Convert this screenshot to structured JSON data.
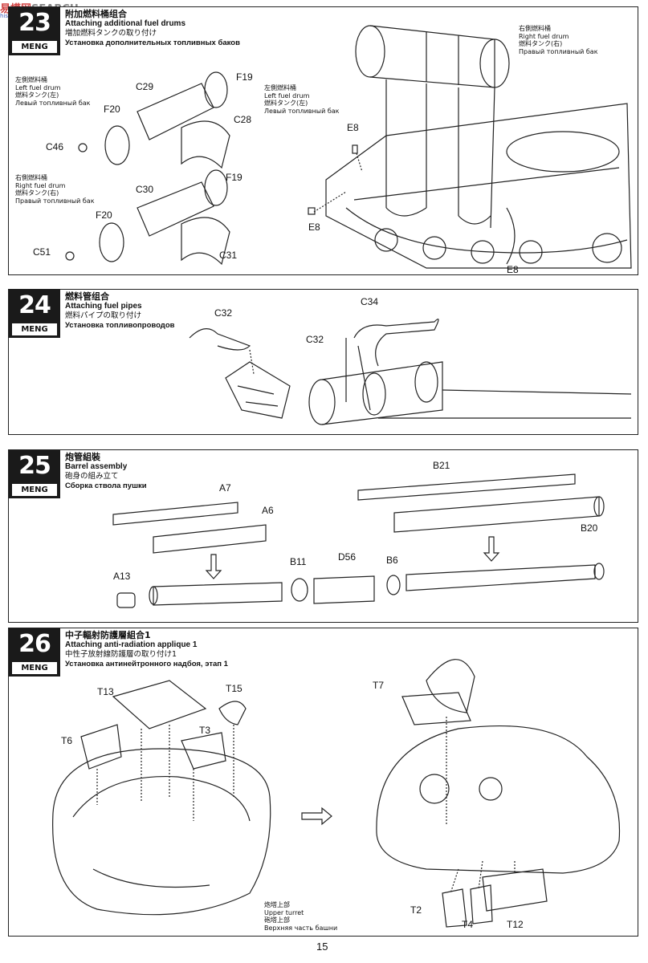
{
  "watermark": {
    "cn": "易模网",
    "en": "SEARCH",
    "sub": "hiso-hobby.com"
  },
  "brand": "MENG",
  "page_number": "15",
  "steps": [
    {
      "number": "23",
      "title_zh": "附加燃料桶组合",
      "title_en": "Attaching additional fuel drums",
      "title_ja": "増加燃料タンクの取り付け",
      "title_ru": "Установка дополнительных топливных баков",
      "notes": {
        "left_drum": [
          "左側燃料桶",
          "Left fuel drum",
          "燃料タンク(左)",
          "Левый топливный бак"
        ],
        "right_drum_lower": [
          "右側燃料桶",
          "Right fuel drum",
          "燃料タンク(右)",
          "Правый топливный бак"
        ],
        "right_drum_top": [
          "右側燃料桶",
          "Right fuel drum",
          "燃料タンク(右)",
          "Правый топливный бак"
        ],
        "left_drum_tank": [
          "左側燃料桶",
          "Left fuel drum",
          "燃料タンク(左)",
          "Левый топливный бак"
        ]
      },
      "parts": {
        "c29": "C29",
        "f19a": "F19",
        "f20a": "F20",
        "c28": "C28",
        "c46": "C46",
        "c30": "C30",
        "f19b": "F19",
        "f20b": "F20",
        "c51": "C51",
        "c31": "C31",
        "e8a": "E8",
        "e8b": "E8",
        "e8c": "E8"
      }
    },
    {
      "number": "24",
      "title_zh": "燃料管组合",
      "title_en": "Attaching fuel pipes",
      "title_ja": "燃料パイプの取り付け",
      "title_ru": "Установка топливопроводов",
      "parts": {
        "c32a": "C32",
        "c34": "C34",
        "c32b": "C32"
      }
    },
    {
      "number": "25",
      "title_zh": "炮管組裝",
      "title_en": "Barrel assembly",
      "title_ja": "砲身の組み立て",
      "title_ru": "Сборка ствола пушки",
      "parts": {
        "a7": "A7",
        "a6": "A6",
        "b21": "B21",
        "b20": "B20",
        "a13": "A13",
        "b11": "B11",
        "d56": "D56",
        "b6": "B6"
      }
    },
    {
      "number": "26",
      "title_zh": "中子輻射防護層組合1",
      "title_en": "Attaching anti-radiation applique 1",
      "title_ja": "中性子放射線防護層の取り付け1",
      "title_ru": "Установка антинейтронного надбоя, этап 1",
      "notes": {
        "upper_turret": [
          "炮塔上部",
          "Upper turret",
          "砲塔上部",
          "Верхняя часть башни"
        ]
      },
      "parts": {
        "t13": "T13",
        "t15": "T15",
        "t6": "T6",
        "t3": "T3",
        "t7": "T7",
        "t2": "T2",
        "t4": "T4",
        "t12": "T12"
      }
    }
  ]
}
